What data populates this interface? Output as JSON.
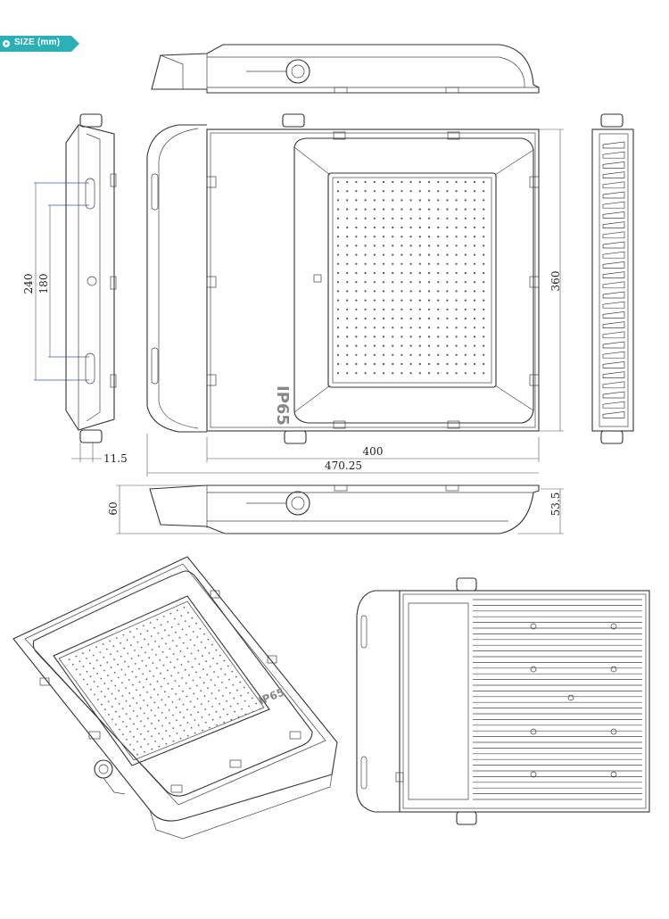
{
  "header": {
    "label": "SIZE (mm)",
    "color": "#2bb0b8"
  },
  "side_view": {
    "dim_240": "240",
    "dim_180": "180",
    "dim_11_5": "11.5"
  },
  "front_view": {
    "dim_400": "400",
    "dim_470": "470.25",
    "dim_360": "360",
    "ip_label": "IP65"
  },
  "bottom_view": {
    "dim_60": "60",
    "dim_53_5": "53.5"
  },
  "perspective_view": {
    "ip_label": "IP65"
  }
}
